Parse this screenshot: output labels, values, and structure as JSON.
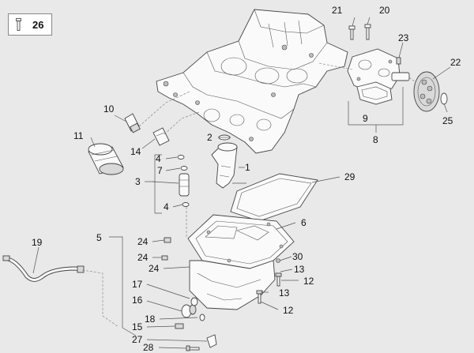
{
  "legend": {
    "label": "26",
    "icon": "bolt-icon"
  },
  "labels": {
    "p1": "1",
    "p2": "2",
    "p3": "3",
    "p4a": "4",
    "p4b": "4",
    "p5": "5",
    "p6": "6",
    "p7": "7",
    "p8": "8",
    "p9": "9",
    "p10": "10",
    "p11": "11",
    "p12a": "12",
    "p12b": "12",
    "p13a": "13",
    "p13b": "13",
    "p14": "14",
    "p15": "15",
    "p16": "16",
    "p17": "17",
    "p18": "18",
    "p19": "19",
    "p20": "20",
    "p21": "21",
    "p22": "22",
    "p23": "23",
    "p24a": "24",
    "p24b": "24",
    "p24c": "24",
    "p25": "25",
    "p27": "27",
    "p28": "28",
    "p29": "29",
    "p30": "30"
  }
}
